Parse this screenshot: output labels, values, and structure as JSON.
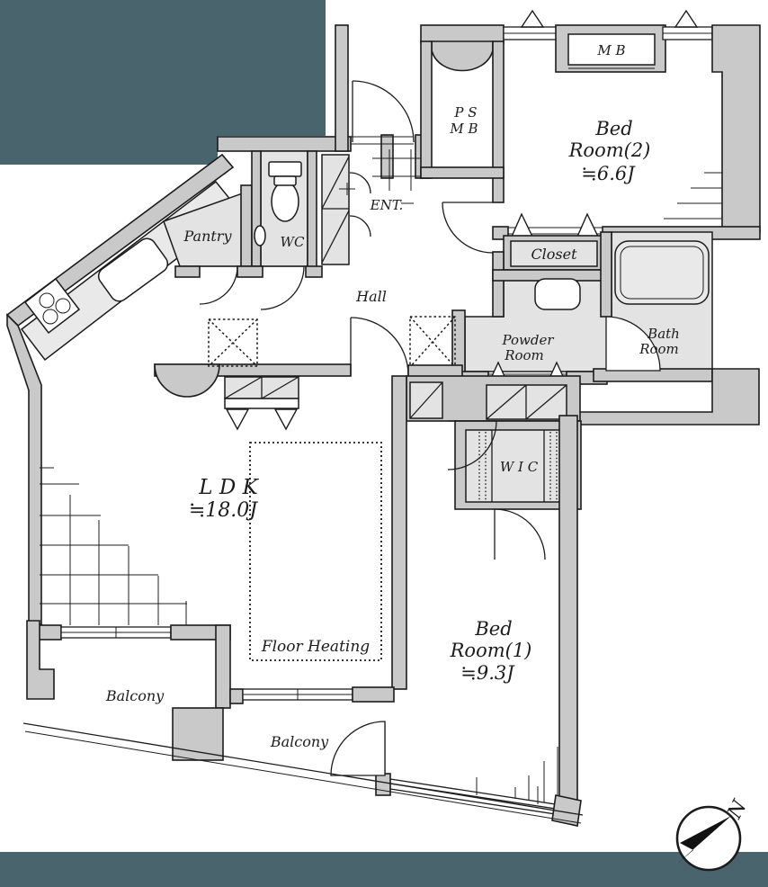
{
  "colors": {
    "mask_teal": "#4a646e",
    "wall_gray": "#c9c9c9",
    "service_gray": "#e3e3e3",
    "line_black": "#1c1c1c",
    "floor_white": "#ffffff"
  },
  "plan": {
    "rooms": {
      "bedroom2": {
        "line1": "Bed",
        "line2": "Room(2)",
        "line3": "≒6.6J"
      },
      "bedroom1": {
        "line1": "Bed",
        "line2": "Room(1)",
        "line3": "≒9.3J"
      },
      "ldk": {
        "line1": "L D K",
        "line2": "≒18.0J"
      },
      "hall": "Hall",
      "ent": "ENT.",
      "pantry": "Pantry",
      "wc": "WC",
      "closet": "Closet",
      "powder": {
        "line1": "Powder",
        "line2": "Room"
      },
      "bath": {
        "line1": "Bath",
        "line2": "Room"
      },
      "wic": "W I C",
      "mb": "M B",
      "ps": {
        "line1": "P S",
        "line2": "M B"
      },
      "floor_heating": "Floor Heating",
      "balcony_left": "Balcony",
      "balcony_right": "Balcony"
    },
    "compass": {
      "north": "N"
    }
  }
}
